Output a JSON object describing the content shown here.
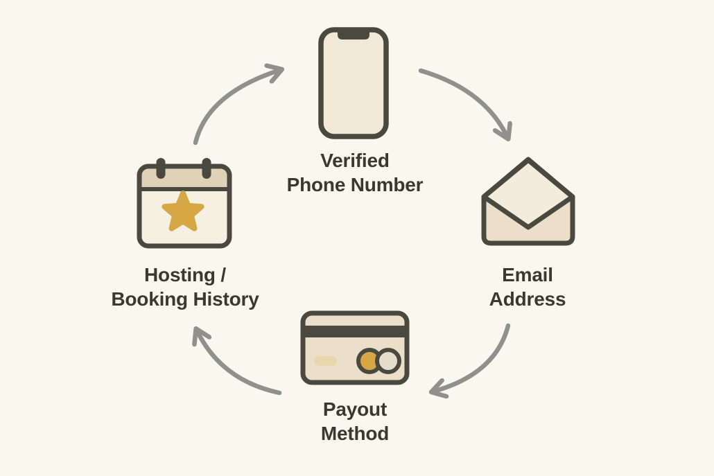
{
  "diagram": {
    "type": "cycle",
    "description": "Four-step verification cycle diagram",
    "nodes": [
      {
        "id": "phone",
        "position": "top",
        "icon": "smartphone-icon",
        "label_line1": "Verified",
        "label_line2": "Phone Number"
      },
      {
        "id": "email",
        "position": "right",
        "icon": "envelope-icon",
        "label_line1": "Email",
        "label_line2": "Address"
      },
      {
        "id": "payout",
        "position": "bottom",
        "icon": "credit-card-icon",
        "label_line1": "Payout",
        "label_line2": "Method"
      },
      {
        "id": "history",
        "position": "left",
        "icon": "calendar-star-icon",
        "label_line1": "Hosting /",
        "label_line2": "Booking History"
      }
    ],
    "arrows": [
      {
        "from": "history",
        "to": "phone",
        "direction": "clockwise"
      },
      {
        "from": "phone",
        "to": "email",
        "direction": "clockwise"
      },
      {
        "from": "email",
        "to": "payout",
        "direction": "clockwise"
      },
      {
        "from": "payout",
        "to": "history",
        "direction": "clockwise"
      }
    ]
  },
  "colors": {
    "background": "#FAF7EF",
    "outline": "#4A4940",
    "arrow": "#90908C",
    "text": "#3A392F",
    "gold": "#D5A845",
    "cream": "#F1E8D6",
    "beige": "#EBDFC9",
    "flap": "#F3EBDB",
    "calendar_header": "#DFD2B8",
    "calendar_body": "#F6F0E3",
    "chip": "#E8D7AE",
    "circle_right": "#E6DCCB"
  }
}
